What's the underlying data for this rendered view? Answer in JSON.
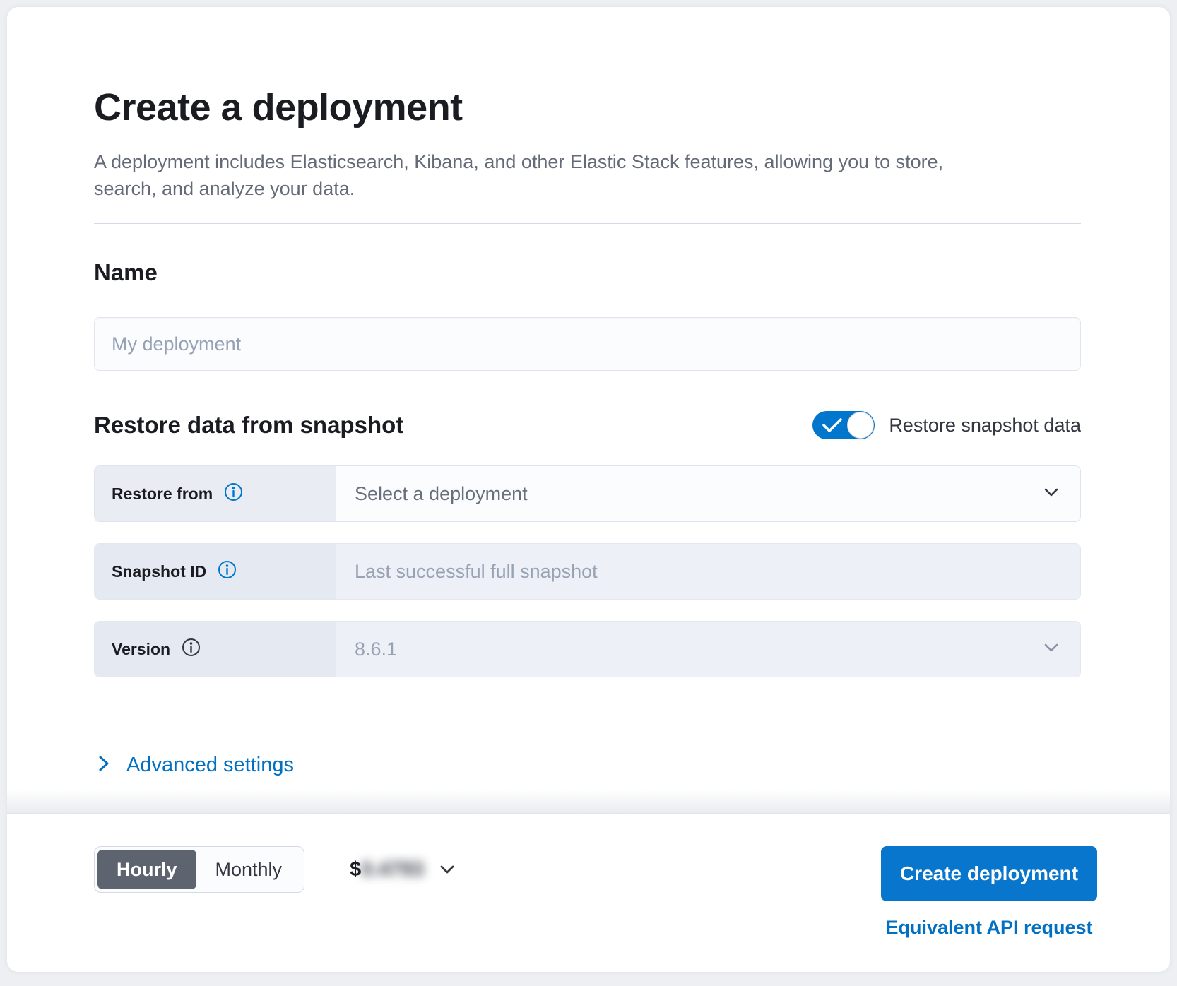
{
  "header": {
    "title": "Create a deployment",
    "subtitle": "A deployment includes Elasticsearch, Kibana, and other Elastic Stack features, allowing you to store, search, and analyze your data."
  },
  "name_section": {
    "heading": "Name",
    "placeholder": "My deployment"
  },
  "restore_section": {
    "heading": "Restore data from snapshot",
    "toggle_label": "Restore snapshot data",
    "toggle_on": true,
    "restore_from": {
      "label": "Restore from",
      "value": "Select a deployment"
    },
    "snapshot_id": {
      "label": "Snapshot ID",
      "placeholder": "Last successful full snapshot"
    },
    "version": {
      "label": "Version",
      "value": "8.6.1"
    },
    "advanced_settings_label": "Advanced settings"
  },
  "footer": {
    "billing": {
      "hourly": "Hourly",
      "monthly": "Monthly",
      "selected": "Hourly"
    },
    "price": {
      "currency": "$",
      "amount": "0.4793",
      "obscured": true
    },
    "create_button_label": "Create deployment",
    "api_link_label": "Equivalent API request"
  },
  "colors": {
    "primary_blue": "#0077cc",
    "link_blue": "#0071c2",
    "selected_segment_gray": "#5e646f",
    "label_cell_bg": "#e9edf3",
    "disabled_bg": "#edf0f6",
    "border": "#d3dae6"
  }
}
